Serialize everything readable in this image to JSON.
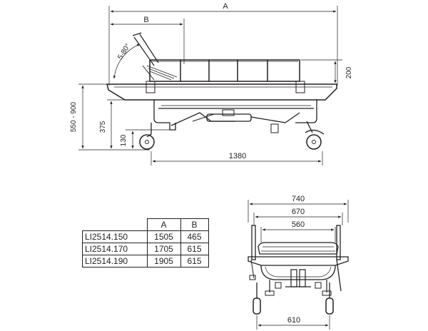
{
  "side_view": {
    "dim_overall_length": "A",
    "dim_backrest_length": "B",
    "dim_backrest_angle": "5-80°",
    "dim_rail_height": "200",
    "dim_height_range": "550 - 900",
    "dim_frame_height": "375",
    "dim_wheel_height": "130",
    "dim_wheelbase": "1380"
  },
  "front_view": {
    "dim_overall_width": "740",
    "dim_rail_width": "670",
    "dim_mattress_width": "560",
    "dim_wheel_track": "610"
  },
  "table": {
    "headers": [
      "",
      "A",
      "B"
    ],
    "rows": [
      {
        "model": "LI2514.150",
        "a": "1505",
        "b": "465"
      },
      {
        "model": "LI2514.170",
        "a": "1705",
        "b": "615"
      },
      {
        "model": "LI2514.190",
        "a": "1905",
        "b": "615"
      }
    ]
  }
}
